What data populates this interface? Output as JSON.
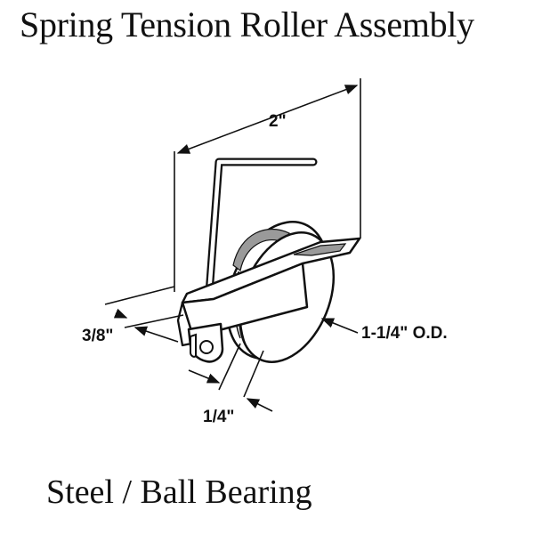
{
  "title": "Spring Tension Roller Assembly",
  "subtitle": "Steel / Ball Bearing",
  "dimensions": {
    "width": "2\"",
    "thickness": "3/8\"",
    "wheel_width": "1/4\"",
    "wheel_diameter": "1-1/4\" O.D."
  },
  "colors": {
    "line": "#111111",
    "background": "#ffffff",
    "shade": "#9a9a9a"
  }
}
